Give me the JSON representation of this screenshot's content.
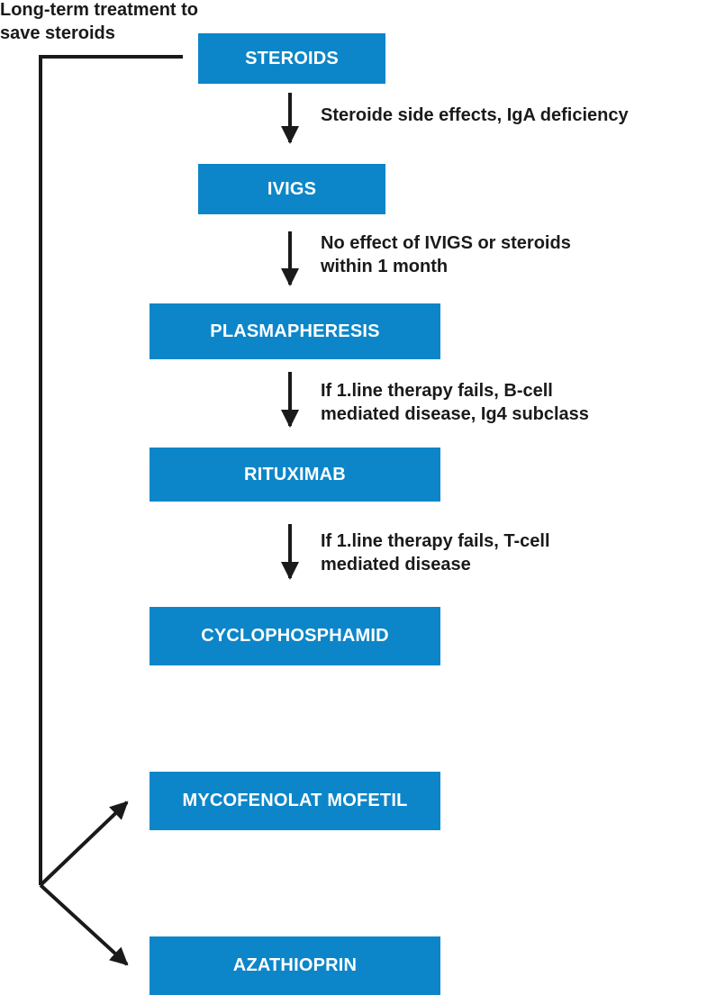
{
  "colors": {
    "box_fill": "#0c86c8",
    "box_text": "#ffffff",
    "line": "#1a1a1a"
  },
  "side_note": {
    "line1": "Long-term treatment to",
    "line2": "save steroids"
  },
  "boxes": {
    "steroids": "STEROIDS",
    "ivigs": "IVIGS",
    "plasmapheresis": "PLASMAPHERESIS",
    "rituximab": "RITUXIMAB",
    "cyclophosphamid": "CYCLOPHOSPHAMID",
    "mycofenolat": "MYCOFENOLAT MOFETIL",
    "azathioprin": "AZATHIOPRIN"
  },
  "transitions": {
    "t1": {
      "line1": "Steroide side effects, IgA deficiency"
    },
    "t2": {
      "line1": "No effect of IVIGS or steroids",
      "line2": "within 1 month"
    },
    "t3": {
      "line1": "If 1.line therapy fails, B-cell",
      "line2": "mediated disease, Ig4 subclass"
    },
    "t4": {
      "line1": "If 1.line therapy fails, T-cell",
      "line2": "mediated disease"
    }
  }
}
